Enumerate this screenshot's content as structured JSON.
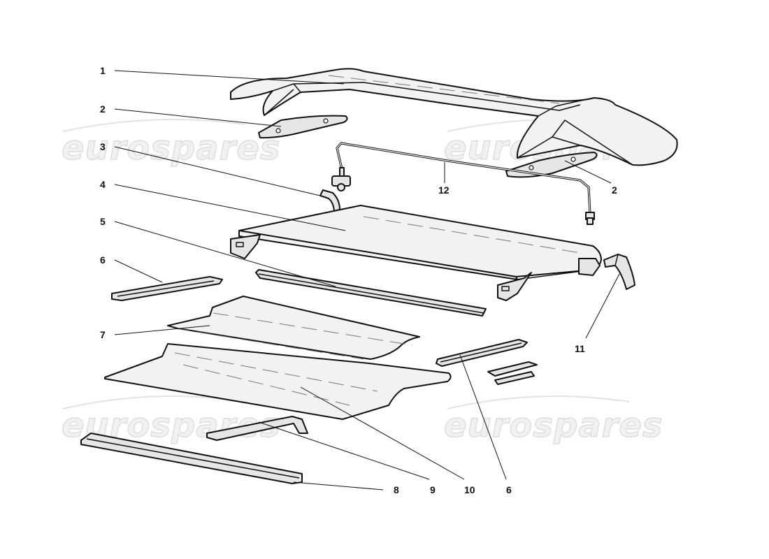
{
  "watermark": {
    "text": "eurospares"
  },
  "callouts": {
    "c1": "1",
    "c2a": "2",
    "c2b": "2",
    "c3": "3",
    "c4": "4",
    "c5": "5",
    "c6a": "6",
    "c6b": "6",
    "c7": "7",
    "c8": "8",
    "c9": "9",
    "c10": "10",
    "c11": "11",
    "c12": "12"
  }
}
